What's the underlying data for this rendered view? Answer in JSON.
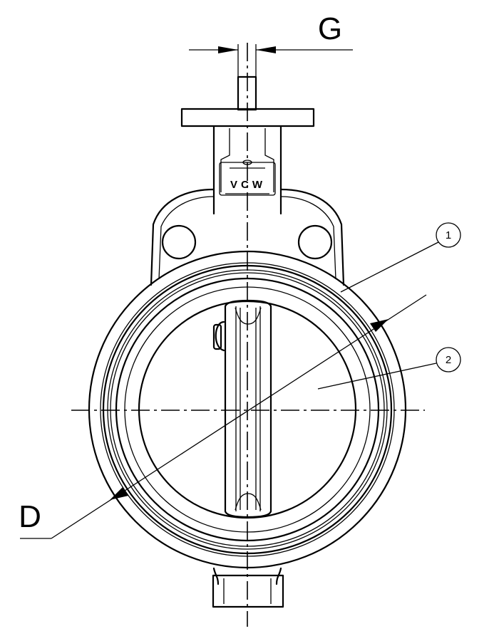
{
  "dimensions": {
    "g_label": "G",
    "d_label": "D"
  },
  "balloons": [
    {
      "number": "1"
    },
    {
      "number": "2"
    }
  ],
  "logo": {
    "text": "VCW"
  }
}
